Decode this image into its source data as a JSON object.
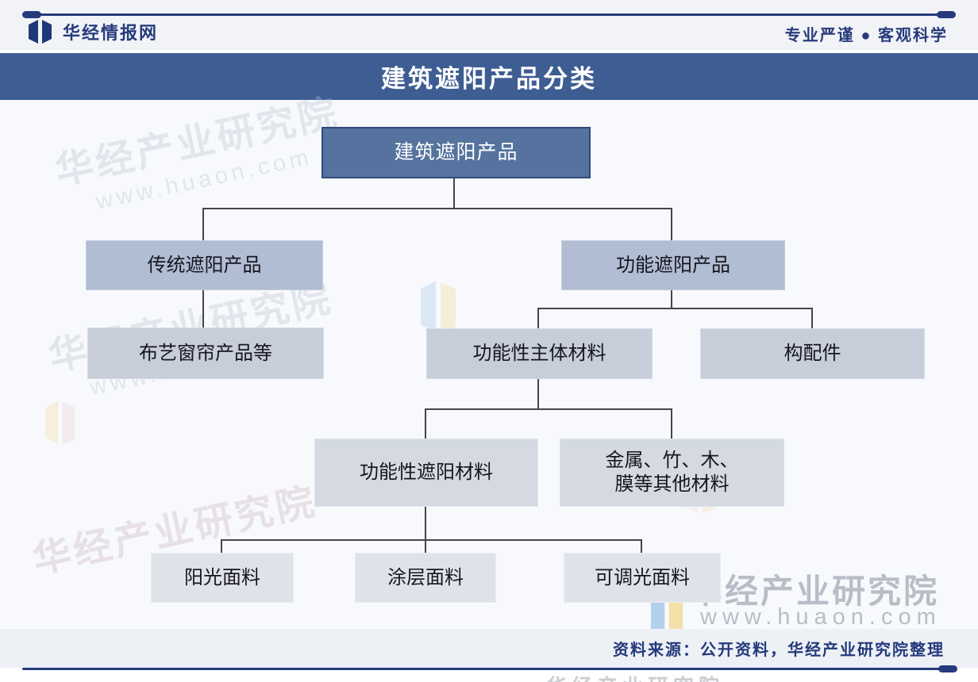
{
  "header": {
    "brand": "华经情报网",
    "slogan": "专业严谨 ● 客观科学"
  },
  "title": "建筑遮阳产品分类",
  "nodes": {
    "root": "建筑遮阳产品",
    "traditional": "传统遮阳产品",
    "functional": "功能遮阳产品",
    "fabric_curtain": "布艺窗帘产品等",
    "functional_main_material": "功能性主体材料",
    "components": "构配件",
    "functional_shading_material": "功能性遮阳材料",
    "other_materials": "金属、竹、木、\n膜等其他材料",
    "sunlight_fabric": "阳光面料",
    "coated_fabric": "涂层面料",
    "dimmable_fabric": "可调光面料"
  },
  "chart_data": {
    "type": "tree",
    "title": "建筑遮阳产品分类",
    "root": {
      "label": "建筑遮阳产品",
      "children": [
        {
          "label": "传统遮阳产品",
          "children": [
            {
              "label": "布艺窗帘产品等"
            }
          ]
        },
        {
          "label": "功能遮阳产品",
          "children": [
            {
              "label": "功能性主体材料",
              "children": [
                {
                  "label": "功能性遮阳材料",
                  "children": [
                    {
                      "label": "阳光面料"
                    },
                    {
                      "label": "涂层面料"
                    },
                    {
                      "label": "可调光面料"
                    }
                  ]
                },
                {
                  "label": "金属、竹、木、膜等其他材料"
                }
              ]
            },
            {
              "label": "构配件"
            }
          ]
        }
      ]
    }
  },
  "watermark": {
    "brand": "华经产业研究院",
    "url": "www.huaon.com"
  },
  "footer": {
    "source": "资料来源：公开资料，华经产业研究院整理"
  },
  "colors": {
    "accent_navy": "#273b7c",
    "title_bar_bg": "#3e5d93",
    "root_bg": "#55739e",
    "root_border": "#33497c",
    "level2_bg": "#b1bdd3",
    "level3_bg": "#c7ceda",
    "level4_bg": "#d4d9e2",
    "level5_bg": "#dfe3e9",
    "connector": "#45454d",
    "header_bg": "#f1f3f7",
    "canvas_bg": "#f7f9fc",
    "footer_bg": "#edf0f5",
    "node_text": "#16161f",
    "footer_text": "#24397b",
    "watermark_gray": "#b9bdc7"
  }
}
